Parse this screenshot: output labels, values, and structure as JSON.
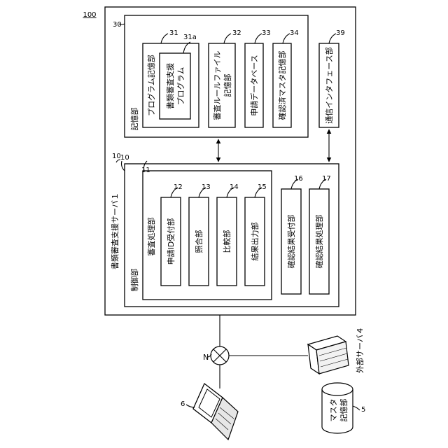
{
  "figure_number": "100",
  "server": {
    "label": "書類審査支援サーバ１",
    "ref": "10"
  },
  "storage": {
    "label": "記憶部",
    "ref": "30",
    "program_storage": {
      "label": "プログラム記憶部",
      "ref": "31"
    },
    "program": {
      "line1": "書類審査支援",
      "line2": "プログラム",
      "ref": "31a"
    },
    "rule_file_storage": {
      "line1": "審査ルールファイル",
      "line2": "記憶部",
      "ref": "32"
    },
    "application_db": {
      "label": "申請データベース",
      "ref": "33"
    },
    "confirmed_master_storage": {
      "label": "確認済マスタ記憶部",
      "ref": "34"
    }
  },
  "comm_interface": {
    "label": "通信インタフェース部",
    "ref": "39"
  },
  "control": {
    "label": "制御部",
    "ref": "10",
    "review_processing": {
      "label": "審査処理部",
      "ref": "11"
    },
    "app_id_reception": {
      "label": "申請ID受付部",
      "ref": "12"
    },
    "collation": {
      "label": "照合部",
      "ref": "13"
    },
    "comparison": {
      "label": "比較部",
      "ref": "14"
    },
    "result_output": {
      "label": "結果出力部",
      "ref": "15"
    },
    "confirmation_reception": {
      "label": "確認結果受付部",
      "ref": "16"
    },
    "confirmation_processing": {
      "label": "確認結果処理部",
      "ref": "17"
    }
  },
  "network": {
    "label": "N"
  },
  "terminal": {
    "ref": "6"
  },
  "external_server": {
    "label": "外部サーバ４"
  },
  "master_storage": {
    "line1": "マスタ",
    "line2": "記憶部",
    "ref": "5"
  }
}
